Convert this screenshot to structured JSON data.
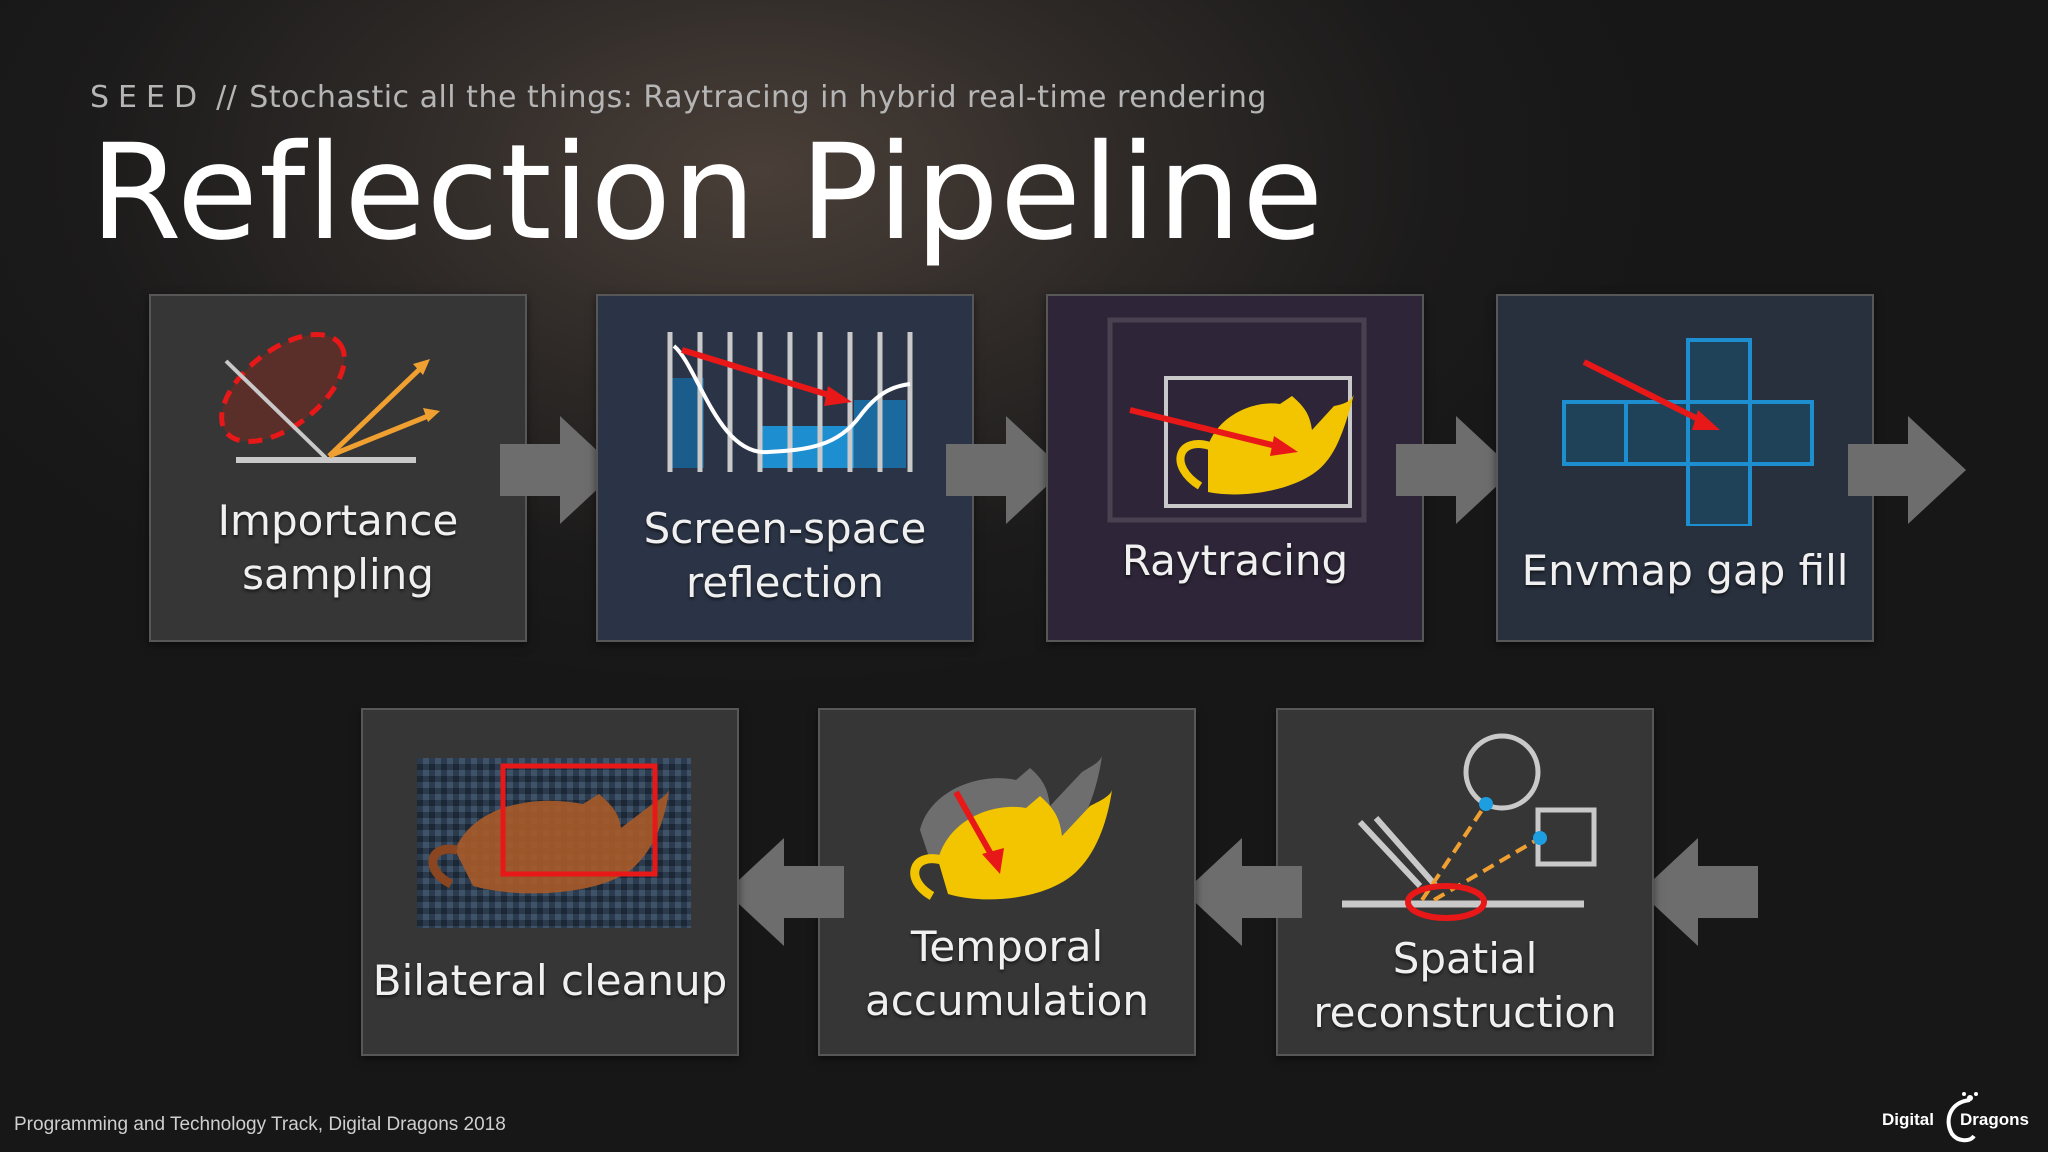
{
  "header": {
    "brand": "SEED",
    "separator": "//",
    "talk_title": "Stochastic all the things: Raytracing in hybrid real-time rendering",
    "slide_title": "Reflection Pipeline"
  },
  "pipeline": {
    "steps": [
      {
        "label_line1": "Importance",
        "label_line2": "sampling"
      },
      {
        "label_line1": "Screen-space",
        "label_line2": "reflection"
      },
      {
        "label_line1": "Raytracing"
      },
      {
        "label_line1": "Envmap gap fill"
      },
      {
        "label_line1": "Spatial",
        "label_line2": "reconstruction"
      },
      {
        "label_line1": "Temporal",
        "label_line2": "accumulation"
      },
      {
        "label_line1": "Bilateral cleanup"
      }
    ]
  },
  "footer": {
    "track": "Programming and Technology Track, Digital Dragons 2018",
    "logo_word1": "Digital",
    "logo_word2": "Dragons"
  },
  "colors": {
    "arrow": "#6d6d6d",
    "accent_red": "#e81818",
    "accent_blue": "#1d8fd0",
    "teapot_yellow": "#f2c500"
  }
}
